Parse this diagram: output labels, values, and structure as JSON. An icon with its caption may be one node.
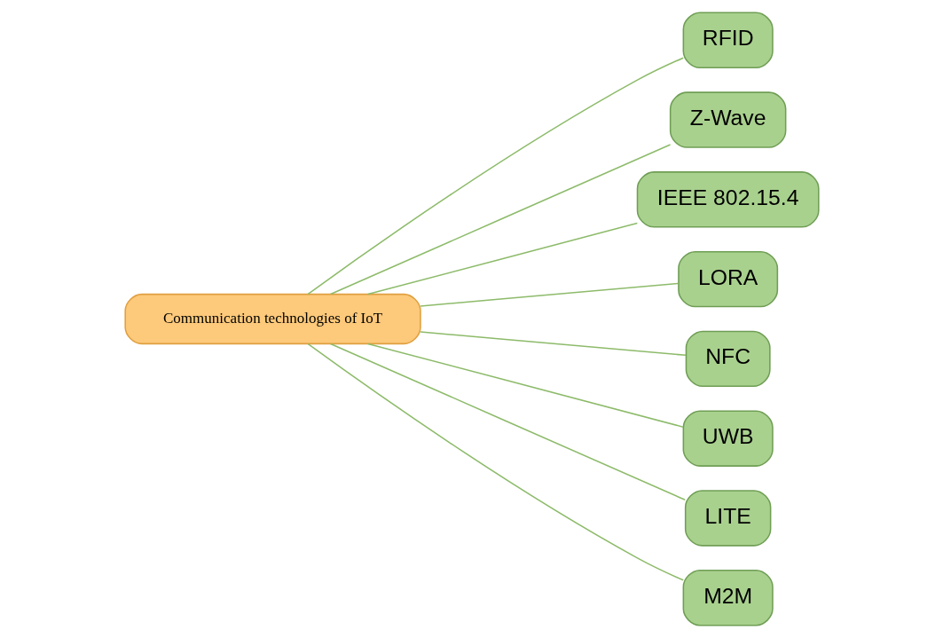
{
  "diagram": {
    "nodes": [
      {
        "text": [
          "Communication technologies of IoT"
        ]
      },
      {
        "text": [
          "RFID"
        ]
      },
      {
        "text": [
          "Z-Wave"
        ]
      },
      {
        "text": [
          "IEEE 802.15.4"
        ]
      },
      {
        "text": [
          "LORA"
        ]
      },
      {
        "text": [
          "NFC"
        ]
      },
      {
        "text": [
          "UWB"
        ]
      },
      {
        "text": [
          "LITE"
        ]
      },
      {
        "text": [
          "M2M"
        ]
      }
    ],
    "edges": [
      {
        "from": 0,
        "to": 1,
        "arrow": "none"
      },
      {
        "from": 0,
        "to": 2,
        "arrow": "none"
      },
      {
        "from": 0,
        "to": 3,
        "arrow": "none"
      },
      {
        "from": 0,
        "to": 4,
        "arrow": "none"
      },
      {
        "from": 0,
        "to": 5,
        "arrow": "none"
      },
      {
        "from": 0,
        "to": 6,
        "arrow": "none"
      },
      {
        "from": 0,
        "to": 7,
        "arrow": "none"
      },
      {
        "from": 0,
        "to": 8,
        "arrow": "none"
      }
    ]
  }
}
